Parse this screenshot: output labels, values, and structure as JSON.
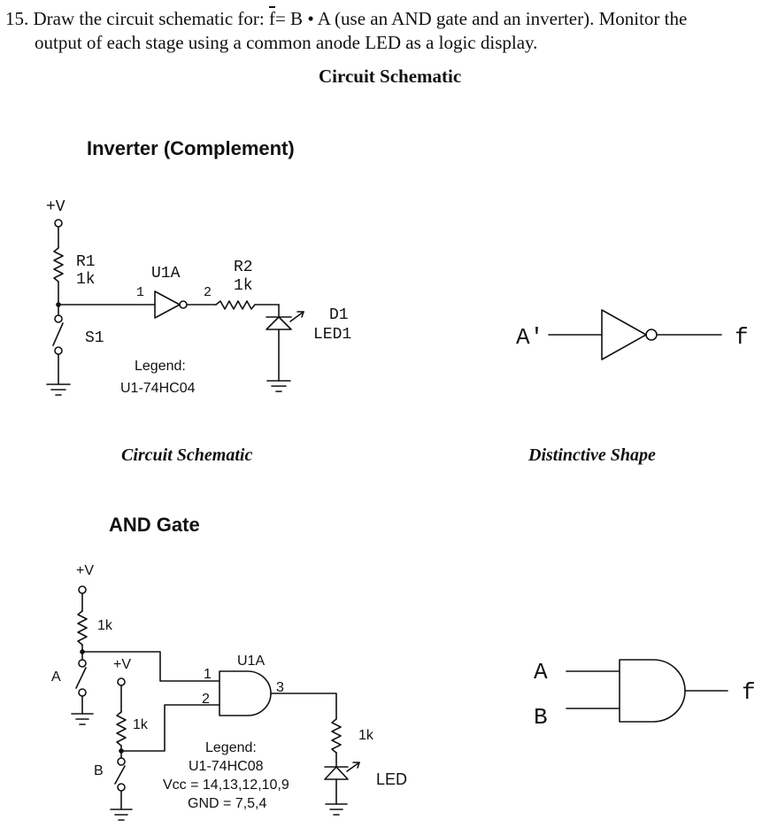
{
  "question": {
    "number": "15.",
    "pre": "Draw the circuit schematic for:",
    "f_symbol": "f",
    "expression": "= B • A",
    "post": "(use an AND gate and an inverter). Monitor the",
    "line2": "output of each stage using a common anode LED as a logic display."
  },
  "section_title": "Circuit Schematic",
  "inverter": {
    "title": "Inverter (Complement)",
    "supply": "+V",
    "r1_name": "R1",
    "r1_value": "1k",
    "gate_name": "U1A",
    "pin_in": "1",
    "pin_out": "2",
    "r2_name": "R2",
    "r2_value": "1k",
    "switch": "S1",
    "led_name": "D1",
    "led_part": "LED1",
    "legend_title": "Legend:",
    "legend_ic": "U1-74HC04",
    "caption": "Circuit Schematic",
    "symbol_input": "A'",
    "symbol_output": "f",
    "symbol_caption": "Distinctive Shape"
  },
  "and_gate": {
    "title": "AND Gate",
    "supply_a": "+V",
    "supply_b": "+V",
    "r_a": "1k",
    "r_b": "1k",
    "r_out": "1k",
    "label_a": "A",
    "label_b": "B",
    "gate_name": "U1A",
    "pin1": "1",
    "pin2": "2",
    "pin3": "3",
    "legend_title": "Legend:",
    "legend_ic": "U1-74HC08",
    "legend_vcc": "Vcc = 14,13,12,10,9",
    "legend_gnd": "GND = 7,5,4",
    "led": "LED",
    "symbol_in_a": "A",
    "symbol_in_b": "B",
    "symbol_output": "f"
  }
}
